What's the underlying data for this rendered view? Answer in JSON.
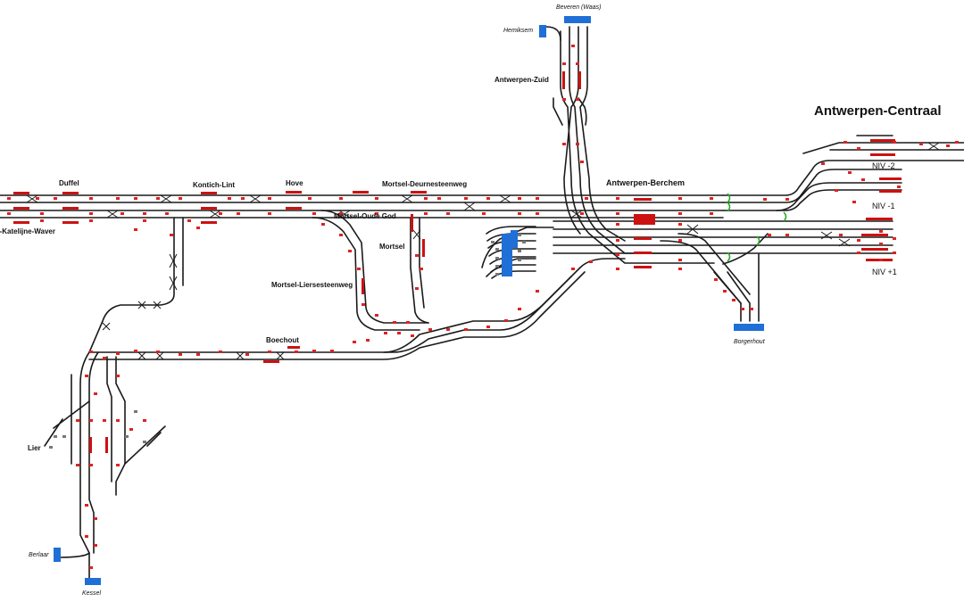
{
  "title": "Antwerpen-Centraal",
  "stations": {
    "duffel": "Duffel",
    "st_katelijne_waver": "Sint-Katelijne-Waver",
    "kontich_lint": "Kontich-Lint",
    "hove": "Hove",
    "mortsel_deurne": "Mortsel-Deurnesteenweg",
    "mortsel_oude_god": "Mortsel-Oude God",
    "mortsel": "Mortsel",
    "mortsel_liersesteenweg": "Mortsel-Liersesteenweg",
    "boechout": "Boechout",
    "lier": "Lier",
    "antwerpen_berchem": "Antwerpen-Berchem",
    "antwerpen_zuid": "Antwerpen-Zuid"
  },
  "destinations": {
    "beveren": "Beveren (Waas)",
    "hemiksem": "Hemiksem",
    "borgerhout": "Borgerhout",
    "berlaar": "Berlaar",
    "kessel": "Kessel"
  },
  "levels": {
    "niv_m2": "NIV -2",
    "niv_m1": "NIV -1",
    "niv_p1": "NIV +1"
  },
  "colors": {
    "track": "#1a1a1a",
    "platform": "#cc1111",
    "signal": "#dd2222",
    "terminal": "#1f6fd6",
    "buffer": "#22aa22",
    "siding": "#777777"
  }
}
